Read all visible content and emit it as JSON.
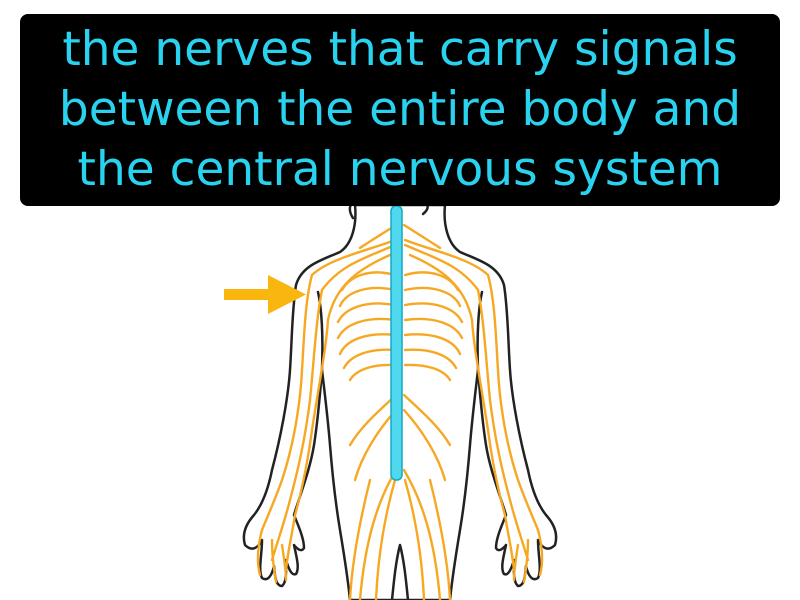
{
  "caption": {
    "lines": [
      "the nerves that carry signals",
      "between the entire body and",
      "the central nervous system"
    ],
    "text_color": "#29d3ef",
    "background_color": "#000000"
  },
  "illustration": {
    "subject": "human body outline with nervous system",
    "peripheral_nerve_color": "#f7a823",
    "central_cord_color": "#4fd8ee",
    "outline_color": "#222222",
    "arrow_icon": "arrow-right-icon",
    "arrow_color": "#f8b60e"
  }
}
